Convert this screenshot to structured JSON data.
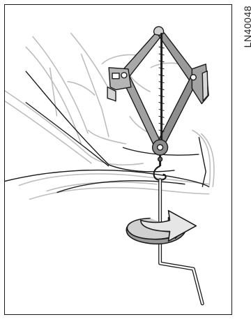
{
  "figure": {
    "code": "LN40048",
    "description_icons": [
      "car-body-outline",
      "scissor-jack",
      "jack-handle-crank",
      "rotation-arrow"
    ],
    "colors": {
      "line": "#1a1a1a",
      "shade": "#cfcfcf",
      "jack-fill": "#9a9a9a",
      "background": "#ffffff"
    }
  }
}
